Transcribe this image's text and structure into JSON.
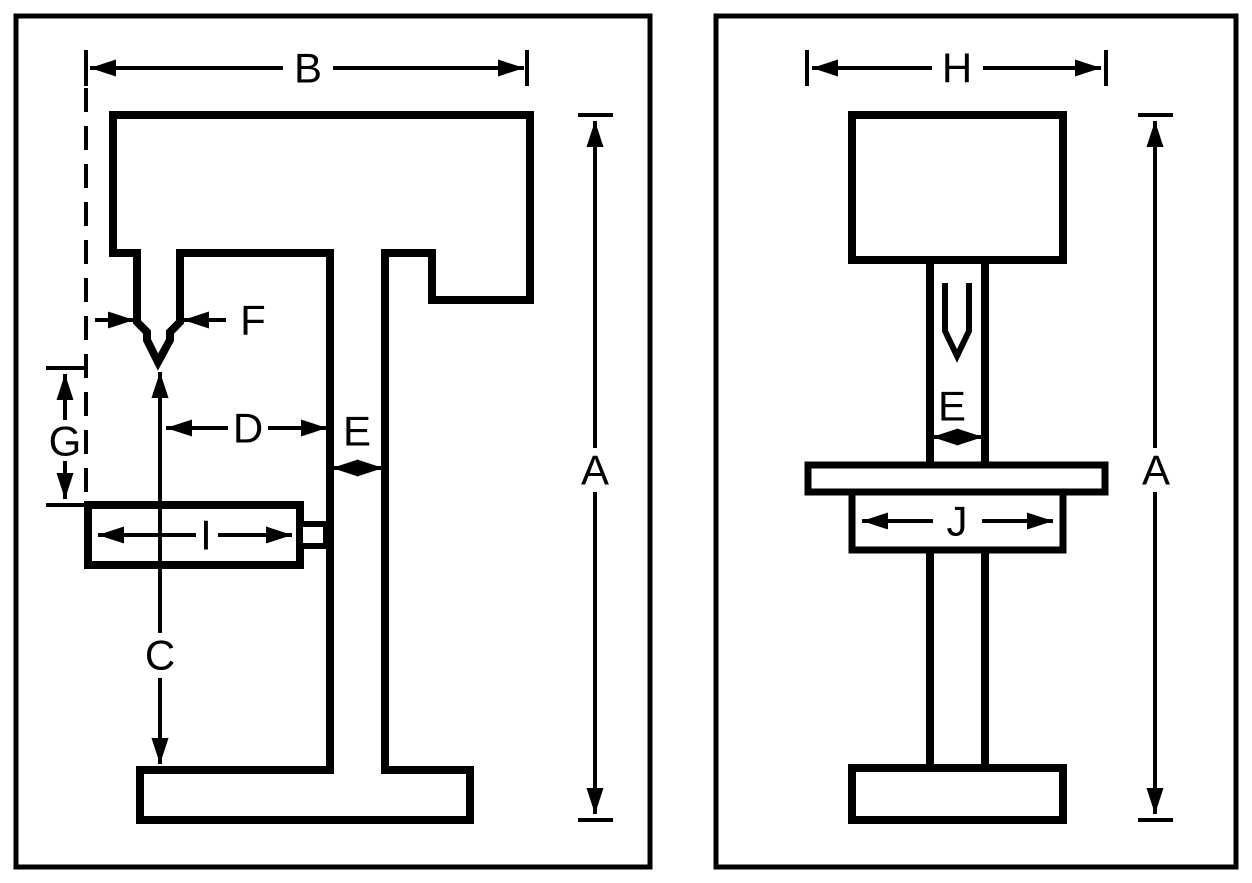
{
  "colors": {
    "line": "#000000",
    "background": "#ffffff"
  },
  "panels": {
    "left": {
      "labels": {
        "a": "A",
        "b": "B",
        "c": "C",
        "d": "D",
        "e": "E",
        "f": "F",
        "g": "G",
        "i": "I"
      }
    },
    "right": {
      "labels": {
        "a": "A",
        "e": "E",
        "h": "H",
        "j": "J"
      }
    }
  }
}
